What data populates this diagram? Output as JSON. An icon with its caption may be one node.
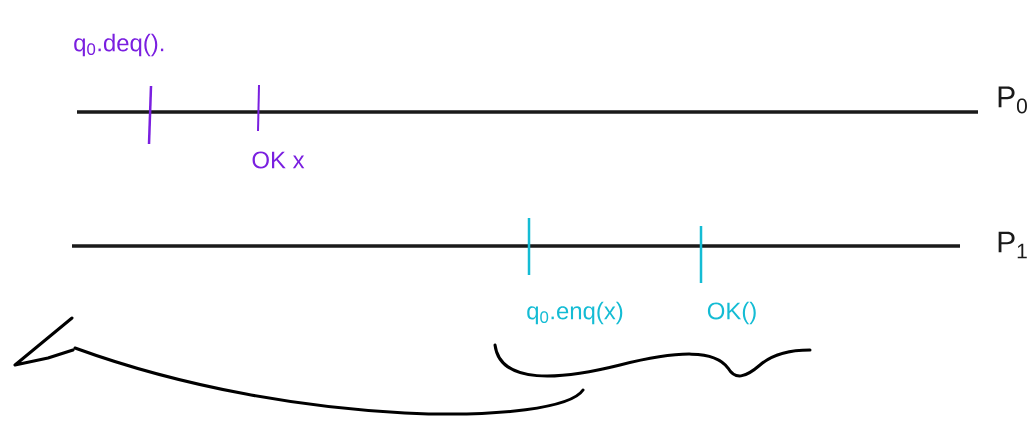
{
  "diagram": {
    "labels": [
      "q$_{0}$.deq().",
      "P$_{0}$",
      "OK x",
      "P$_{1}$",
      "q$_{0}$.enq(x)",
      "OK()"
    ]
  }
}
